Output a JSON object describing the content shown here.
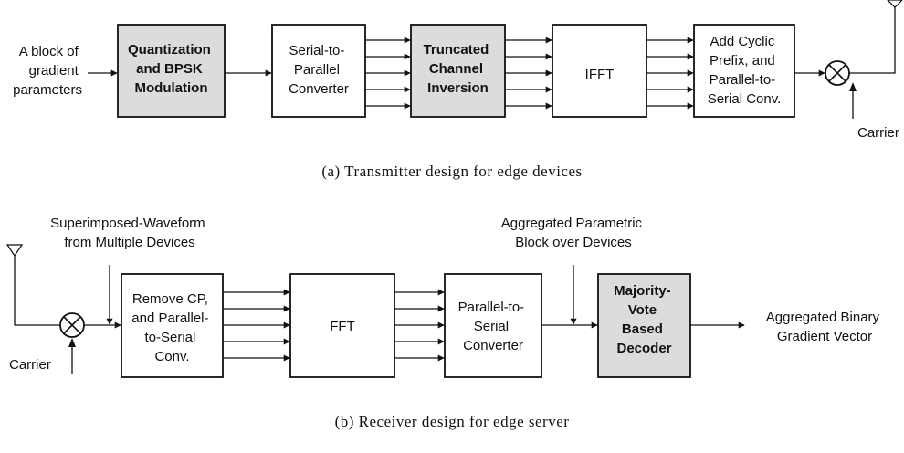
{
  "transmitter": {
    "input_label": [
      "A block of",
      "gradient",
      "parameters"
    ],
    "quant_block": [
      "Quantization",
      "and BPSK",
      "Modulation"
    ],
    "s2p_block": [
      "Serial-to-",
      "Parallel",
      "Converter"
    ],
    "tci_block": [
      "Truncated",
      "Channel",
      "Inversion"
    ],
    "ifft_block": [
      "IFFT"
    ],
    "cp_block": [
      "Add Cyclic",
      "Prefix, and",
      "Parallel-to-",
      "Serial Conv."
    ],
    "carrier_label": "Carrier",
    "caption": "(a)  Transmitter design for edge devices"
  },
  "receiver": {
    "waveform_label": [
      "Superimposed-Waveform",
      "from Multiple Devices"
    ],
    "carrier_label": "Carrier",
    "removecp_block": [
      "Remove CP,",
      "and Parallel-",
      "to-Serial",
      "Conv."
    ],
    "fft_block": [
      "FFT"
    ],
    "p2s_block": [
      "Parallel-to-",
      "Serial",
      "Converter"
    ],
    "aggregated_label": [
      "Aggregated Parametric",
      "Block over Devices"
    ],
    "decoder_block": [
      "Majority-",
      "Vote",
      "Based",
      "Decoder"
    ],
    "output_label": [
      "Aggregated Binary",
      "Gradient Vector"
    ],
    "caption": "(b)  Receiver design for edge server"
  },
  "colors": {
    "highlight_block": "#dcdcdc",
    "stroke": "#111111"
  }
}
